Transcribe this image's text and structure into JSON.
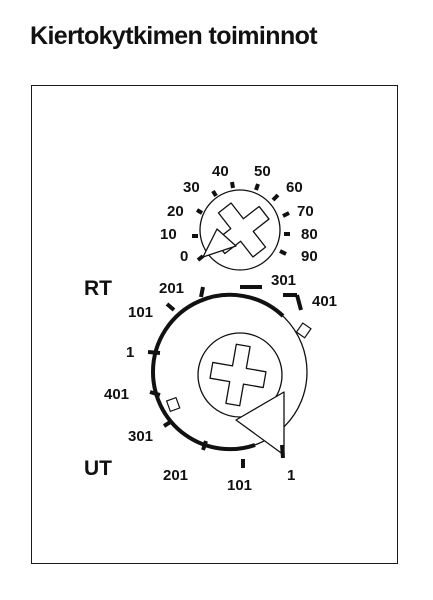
{
  "title": "Kiertokytkimen toiminnot",
  "small_dial": {
    "scale_labels": [
      "0",
      "10",
      "20",
      "30",
      "40",
      "50",
      "60",
      "70",
      "80",
      "90"
    ]
  },
  "large_dial": {
    "rt_label": "RT",
    "ut_label": "UT",
    "labels": {
      "rt_201": "201",
      "rt_101": "101",
      "center_1": "1",
      "ut_401": "401",
      "ut_301": "301",
      "ut_201": "201",
      "ut_101": "101",
      "ut_1": "1",
      "rt_301": "301",
      "rt_401": "401"
    }
  },
  "colors": {
    "line": "#111111",
    "background": "#ffffff"
  }
}
